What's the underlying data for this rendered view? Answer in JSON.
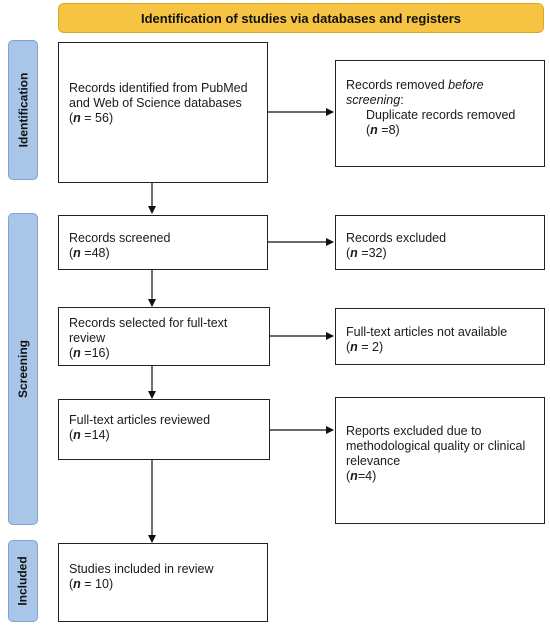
{
  "header": {
    "title": "Identification of studies via databases and registers"
  },
  "phases": {
    "identification": "Identification",
    "screening": "Screening",
    "included": "Included"
  },
  "boxes": {
    "identified": {
      "line1": "Records identified from PubMed",
      "line2": "and Web of Science databases",
      "n_label": "n",
      "n_value": " = 56)"
    },
    "removed": {
      "line1_pre": "Records removed ",
      "line1_em": "before",
      "line2_em": "screening",
      "line2_post": ":",
      "line3": "Duplicate records removed",
      "n_label": "n",
      "n_value": " =8)"
    },
    "screened": {
      "line1": "Records screened",
      "n_label": "n",
      "n_value": " =48)"
    },
    "excluded": {
      "line1": "Records excluded",
      "n_label": "n",
      "n_value": " =32)"
    },
    "selected": {
      "line1": "Records selected for full-text",
      "line2": "review",
      "n_label": "n",
      "n_value": " =16)"
    },
    "not_available": {
      "line1": "Full-text articles not available",
      "n_label": "n",
      "n_value": " = 2)"
    },
    "reviewed": {
      "line1": "Full-text articles reviewed",
      "n_label": "n",
      "n_value": " =14)"
    },
    "reports_excluded": {
      "line1": "Reports excluded due to",
      "line2": "methodological quality or clinical",
      "line3": "relevance",
      "n_label": "n",
      "n_value": "=4)"
    },
    "included": {
      "line1": "Studies included in review",
      "n_label": "n",
      "n_value": " = 10)"
    }
  }
}
